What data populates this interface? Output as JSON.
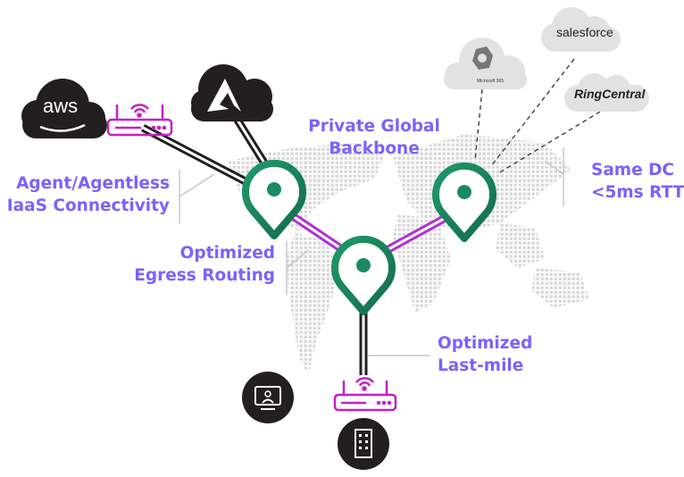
{
  "labels": {
    "backbone": [
      "Private Global",
      "Backbone"
    ],
    "iaas": [
      "Agent/Agentless",
      "IaaS Connectivity"
    ],
    "egress": [
      "Optimized",
      "Egress Routing"
    ],
    "same_dc": [
      "Same DC",
      "<5ms RTT"
    ],
    "last_mile": [
      "Optimized",
      "Last-mile"
    ]
  },
  "clouds": {
    "aws": "aws",
    "microsoft": "Microsoft 365",
    "salesforce": "salesforce",
    "ringcentral": "RingCentral"
  },
  "colors": {
    "accent_text": "#7b61ff",
    "pin_green": "#1c8a60",
    "router_magenta": "#c41fc4",
    "link_purple": "#b030d8",
    "dark": "#231f20"
  }
}
